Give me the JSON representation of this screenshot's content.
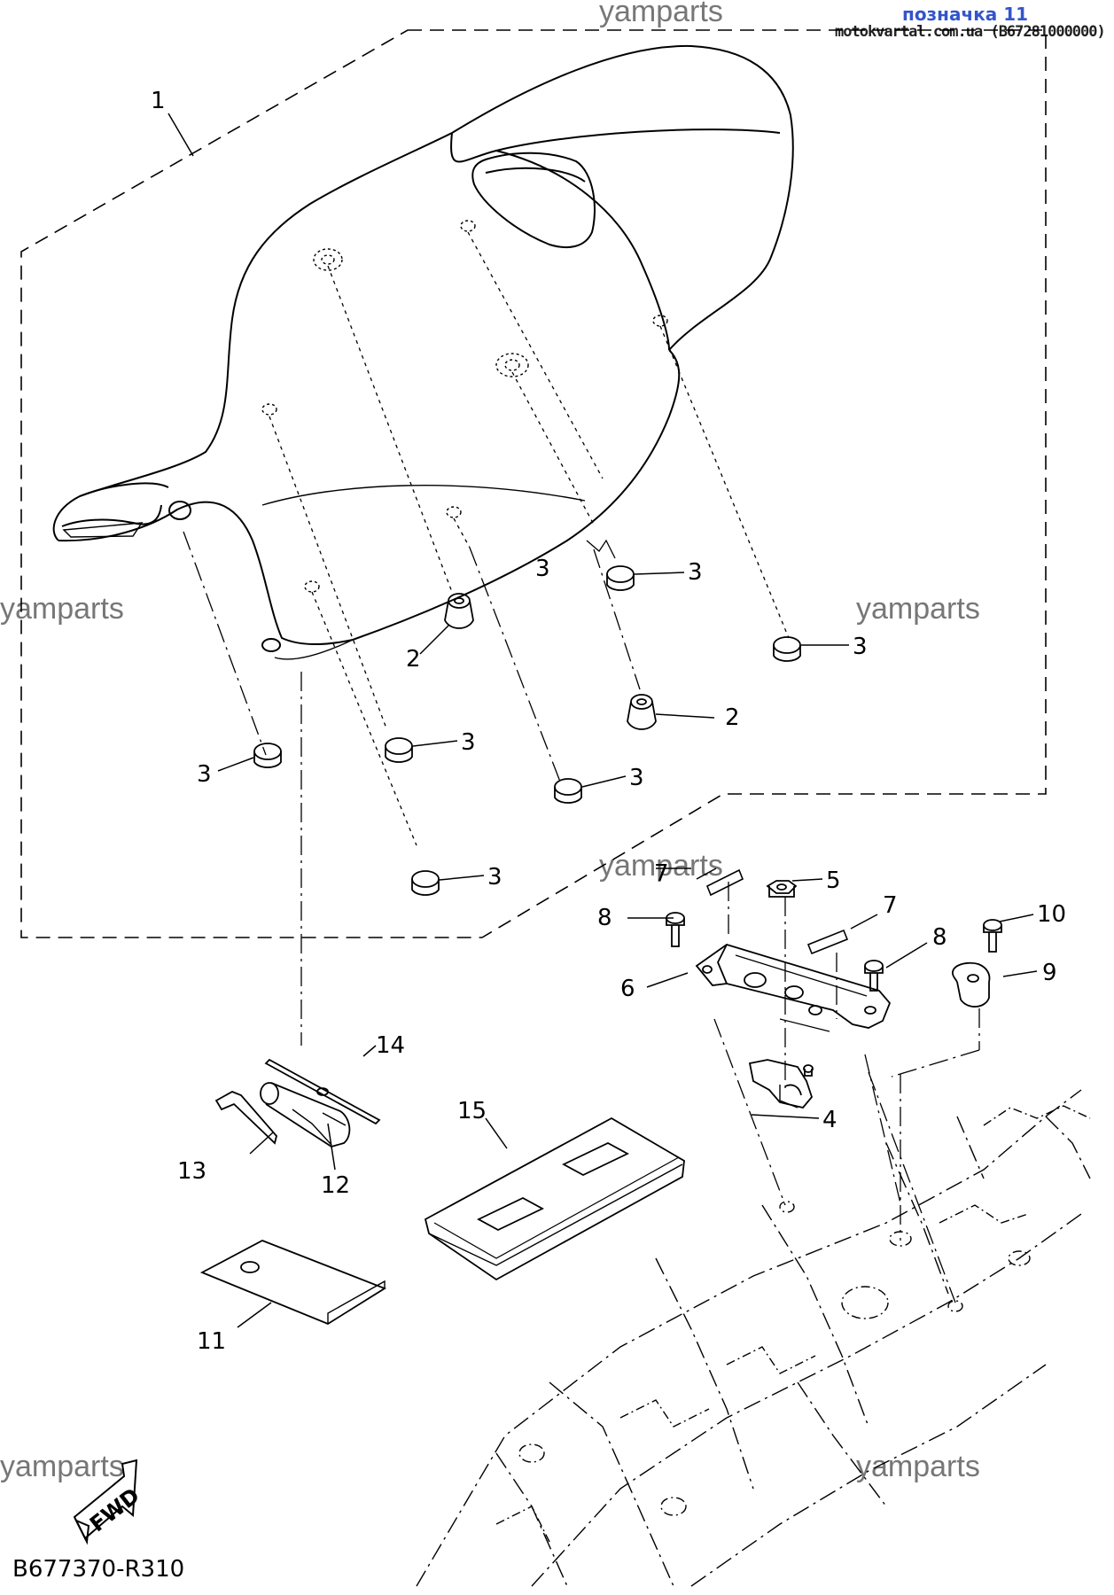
{
  "header": {
    "label": "позначка 11",
    "site": "motokvartal.com.ua (B67281000000)"
  },
  "watermarks": [
    "yamparts",
    "yamparts",
    "yamparts",
    "yamparts",
    "yamparts",
    "yamparts"
  ],
  "diagram_code": "B677370-R310",
  "fwd_label": "FWD",
  "callouts": [
    {
      "n": "1"
    },
    {
      "n": "2"
    },
    {
      "n": "2"
    },
    {
      "n": "3"
    },
    {
      "n": "3"
    },
    {
      "n": "3"
    },
    {
      "n": "3"
    },
    {
      "n": "3"
    },
    {
      "n": "3"
    },
    {
      "n": "3"
    },
    {
      "n": "4"
    },
    {
      "n": "5"
    },
    {
      "n": "6"
    },
    {
      "n": "7"
    },
    {
      "n": "7"
    },
    {
      "n": "8"
    },
    {
      "n": "8"
    },
    {
      "n": "9"
    },
    {
      "n": "10"
    },
    {
      "n": "11"
    },
    {
      "n": "12"
    },
    {
      "n": "13"
    },
    {
      "n": "14"
    },
    {
      "n": "15"
    }
  ],
  "colors": {
    "line": "#000000",
    "watermark": "#777777",
    "header_label": "#3355cc"
  }
}
